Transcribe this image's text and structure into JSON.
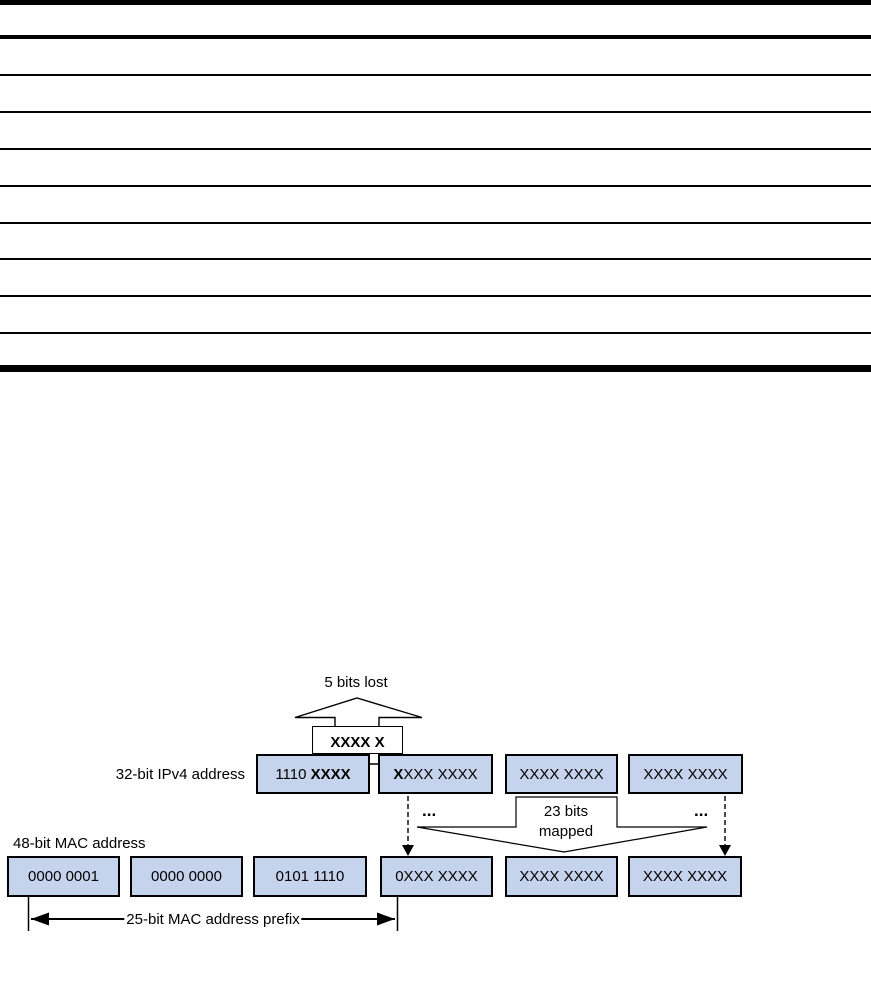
{
  "table": {
    "note_visible_text": "",
    "rows": []
  },
  "diagram": {
    "labels": {
      "bits_lost": "5 bits lost",
      "lost_bits_box": "XXXX X",
      "ipv4": "32-bit IPv4 address",
      "mac": "48-bit MAC address",
      "bits_mapped_line1": "23 bits",
      "bits_mapped_line2": "mapped",
      "prefix": "25-bit MAC address prefix",
      "ellipsis": "..."
    },
    "ipv4_octets": [
      {
        "pre": "1110 ",
        "bold": "XXXX",
        "post": ""
      },
      {
        "pre": "",
        "bold": "X",
        "post": "XXX XXXX"
      },
      {
        "pre": "XXXX XXXX",
        "bold": "",
        "post": ""
      },
      {
        "pre": "XXXX XXXX",
        "bold": "",
        "post": ""
      }
    ],
    "mac_octets": [
      "0000 0001",
      "0000 0000",
      "0101 1110",
      "0XXX XXXX",
      "XXXX XXXX",
      "XXXX XXXX"
    ],
    "colors": {
      "box_fill": "#c6d3ec",
      "box_border": "#000000",
      "line": "#000000"
    }
  }
}
